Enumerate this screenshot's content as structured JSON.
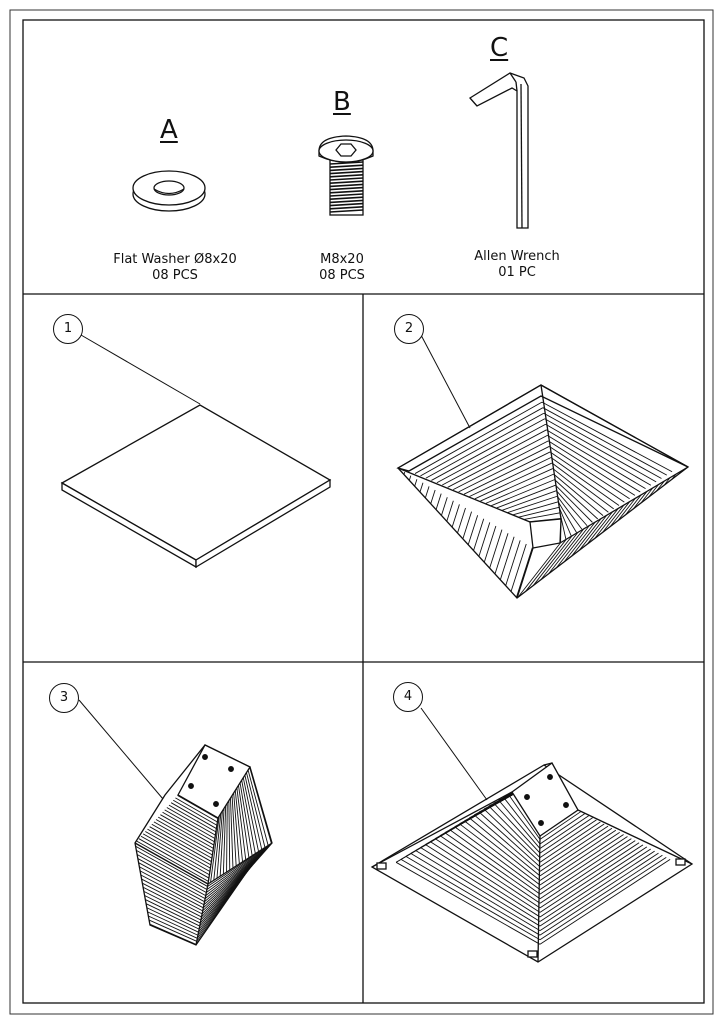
{
  "hardware": {
    "a": {
      "letter": "A",
      "name": "Flat Washer Ø8x20",
      "qty": "08 PCS"
    },
    "b": {
      "letter": "B",
      "name": "M8x20",
      "qty": "08 PCS"
    },
    "c": {
      "letter": "C",
      "name": "Allen Wrench",
      "qty": "01 PC"
    }
  },
  "steps": [
    {
      "number": "1"
    },
    {
      "number": "2"
    },
    {
      "number": "3"
    },
    {
      "number": "4"
    }
  ]
}
